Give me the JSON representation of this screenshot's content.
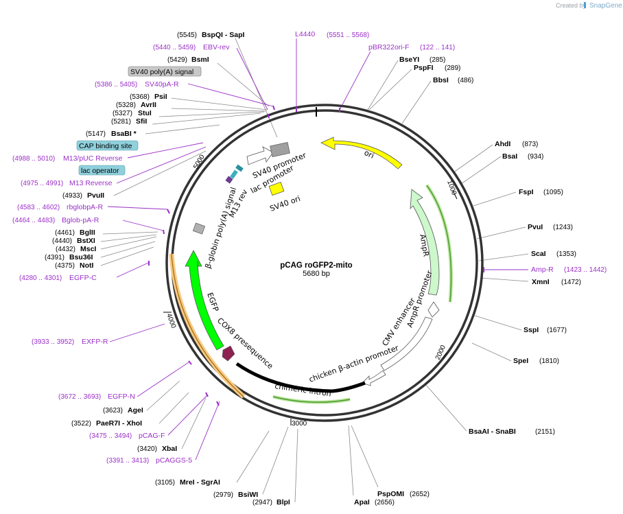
{
  "credit": "Created by",
  "brand": "SnapGene",
  "plasmid": {
    "name": "pCAG roGFP2-mito",
    "length_label": "5680 bp",
    "length": 5680
  },
  "ticks": [
    "1000",
    "2000",
    "3000",
    "4000",
    "5000"
  ],
  "restriction_sites": [
    {
      "name": "BspQI  -  SapI",
      "pos": "(5545)"
    },
    {
      "name": "BsmI",
      "pos": "(5429)"
    },
    {
      "name": "PsiI",
      "pos": "(5368)"
    },
    {
      "name": "AvrII",
      "pos": "(5328)"
    },
    {
      "name": "StuI",
      "pos": "(5327)"
    },
    {
      "name": "SfiI",
      "pos": "(5281)"
    },
    {
      "name": "BsaBI  *",
      "pos": "(5147)"
    },
    {
      "name": "PvuII",
      "pos": "(4933)"
    },
    {
      "name": "BglII",
      "pos": "(4461)"
    },
    {
      "name": "BstXI",
      "pos": "(4440)"
    },
    {
      "name": "MscI",
      "pos": "(4432)"
    },
    {
      "name": "Bsu36I",
      "pos": "(4391)"
    },
    {
      "name": "NotI",
      "pos": "(4375)"
    },
    {
      "name": "AgeI",
      "pos": "(3623)"
    },
    {
      "name": "PaeR7I  -  XhoI",
      "pos": "(3522)"
    },
    {
      "name": "XbaI",
      "pos": "(3420)"
    },
    {
      "name": "MreI  -  SgrAI",
      "pos": "(3105)"
    },
    {
      "name": "BsiWI",
      "pos": "(2979)"
    },
    {
      "name": "BlpI",
      "pos": "(2947)"
    },
    {
      "name": "ApaI",
      "pos": "(2656)"
    },
    {
      "name": "PspOMI",
      "pos": "(2652)"
    },
    {
      "name": "BsaAI  -  SnaBI",
      "pos": "(2151)"
    },
    {
      "name": "SpeI",
      "pos": "(1810)"
    },
    {
      "name": "SspI",
      "pos": "(1677)"
    },
    {
      "name": "XmnI",
      "pos": "(1472)"
    },
    {
      "name": "ScaI",
      "pos": "(1353)"
    },
    {
      "name": "PvuI",
      "pos": "(1243)"
    },
    {
      "name": "FspI",
      "pos": "(1095)"
    },
    {
      "name": "BsaI",
      "pos": "(934)"
    },
    {
      "name": "AhdI",
      "pos": "(873)"
    },
    {
      "name": "BbsI",
      "pos": "(486)"
    },
    {
      "name": "PspFI",
      "pos": "(289)"
    },
    {
      "name": "BseYI",
      "pos": "(285)"
    }
  ],
  "primers": [
    {
      "name": "L4440",
      "pos": "(5551 .. 5568)"
    },
    {
      "name": "pBR322ori-F",
      "pos": "(122 .. 141)"
    },
    {
      "name": "EBV-rev",
      "pos": "(5440 .. 5459)"
    },
    {
      "name": "SV40pA-R",
      "pos": "(5386 .. 5405)"
    },
    {
      "name": "M13/pUC Reverse",
      "pos": "(4988 .. 5010)"
    },
    {
      "name": "M13 Reverse",
      "pos": "(4975 .. 4991)"
    },
    {
      "name": "rbglobpA-R",
      "pos": "(4583 .. 4602)"
    },
    {
      "name": "Bglob-pA-R",
      "pos": "(4464 .. 4483)"
    },
    {
      "name": "EGFP-C",
      "pos": "(4280 .. 4301)"
    },
    {
      "name": "EXFP-R",
      "pos": "(3933 .. 3952)"
    },
    {
      "name": "EGFP-N",
      "pos": "(3672 .. 3693)"
    },
    {
      "name": "pCAG-F",
      "pos": "(3475 .. 3494)"
    },
    {
      "name": "pCAGGS-5",
      "pos": "(3391 .. 3413)"
    },
    {
      "name": "Amp-R",
      "pos": "(1423 .. 1442)"
    }
  ],
  "boxed_labels": [
    {
      "text": "SV40 poly(A) signal",
      "color": "#c8c8c8"
    },
    {
      "text": "CAP binding site",
      "color": "#8fd0dc"
    },
    {
      "text": "lac operator",
      "color": "#8fd0dc"
    }
  ],
  "features": {
    "ori": "ori",
    "ampr": "AmpR",
    "ampr_promoter": "AmpR promoter",
    "cmv_enhancer": "CMV enhancer",
    "chicken_actin": "chicken β-actin promoter",
    "chimeric_intron": "chimeric intron",
    "cox8": "COX8 presequence",
    "egfp": "EGFP",
    "bglobin": "β-globin poly(A) signal",
    "m13rev": "M13 rev",
    "lac": "lac promoter",
    "sv40promoter": "SV40 promoter",
    "sv40ori": "SV40 ori"
  },
  "colors": {
    "ori": "#ffff00",
    "ampr": "#ccf8cc",
    "egfp": "#00ff00",
    "cox8": "#8b2252",
    "primer": "#9a2fc8",
    "backbone": "#333333",
    "polyA": "#b0b0b0"
  }
}
